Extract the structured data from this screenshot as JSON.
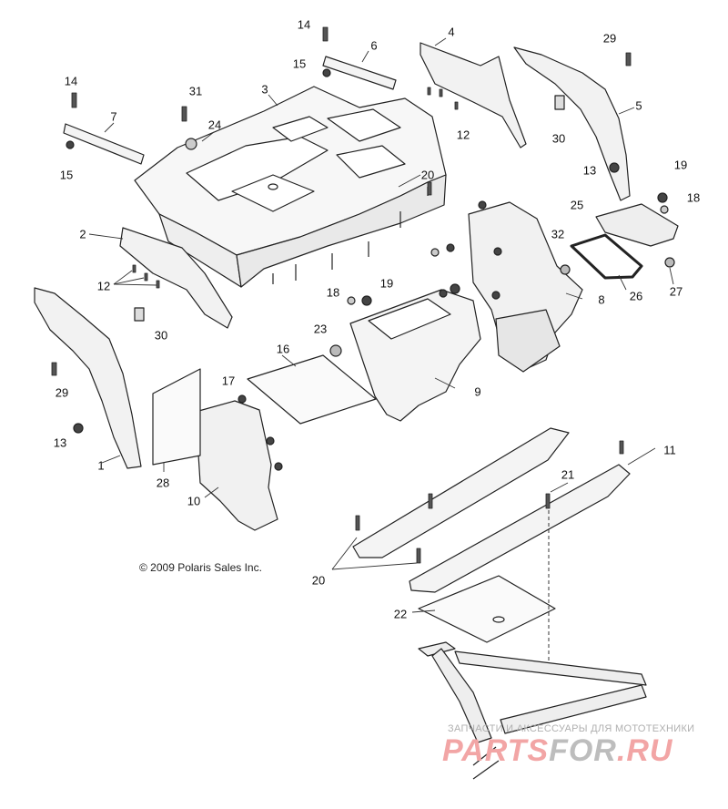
{
  "diagram": {
    "copyright": "© 2009 Polaris Sales Inc.",
    "watermark": {
      "tagline": "ЗАПЧАСТИ И АКСЕССУАРЫ ДЛЯ МОТОТЕХНИКИ",
      "logo_left": "PARTS",
      "logo_mid": "FOR",
      "logo_right": ".RU"
    },
    "callouts": {
      "c14a": "14",
      "c14b": "14",
      "c6": "6",
      "c4": "4",
      "c29a": "29",
      "c15a": "15",
      "c3": "3",
      "c31": "31",
      "c7": "7",
      "c24": "24",
      "c12a": "12",
      "c30a": "30",
      "c5": "5",
      "c15b": "15",
      "c20a": "20",
      "c13a": "13",
      "c19a": "19",
      "c18a": "18",
      "c25": "25",
      "c2": "2",
      "c32": "32",
      "c12b": "12",
      "c30b": "30",
      "c18b": "18",
      "c19b": "19",
      "c26": "26",
      "c27": "27",
      "c8": "8",
      "c23": "23",
      "c16": "16",
      "c29b": "29",
      "c17": "17",
      "c9": "9",
      "c13b": "13",
      "c1": "1",
      "c28": "28",
      "c10": "10",
      "c11": "11",
      "c21": "21",
      "c20b": "20",
      "c22": "22"
    }
  }
}
